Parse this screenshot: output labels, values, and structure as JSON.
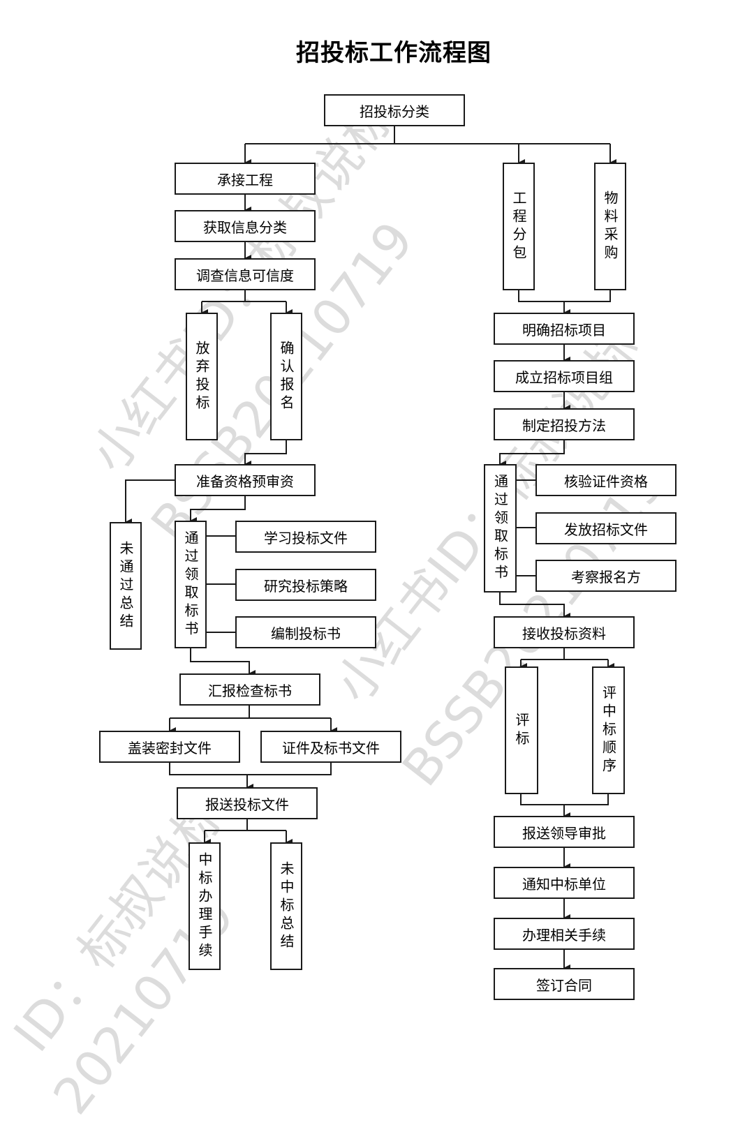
{
  "title": "招投标工作流程图",
  "watermarks": [
    "小红书ID：标叔说标",
    "BSSB20210719",
    "小红书ID：标叔说标",
    "BSSB20210719",
    "ID：标叔说标",
    "20210719"
  ],
  "nodes": {
    "root": "招投标分类",
    "left": {
      "n1": "承接工程",
      "n2": "获取信息分类",
      "n3": "调查信息可信度",
      "abandon": "放弃投标",
      "confirm": "确认报名",
      "prequal": "准备资格预审资",
      "fail_summary": "未通过总结",
      "pass_get": "通过领取标书",
      "study": "学习投标文件",
      "research": "研究投标策略",
      "compile": "编制投标书",
      "report_check": "汇报检查标书",
      "seal": "盖装密封文件",
      "certs": "证件及标书文件",
      "submit": "报送投标文件",
      "win": "中标办理手续",
      "lose": "未中标总结"
    },
    "right": {
      "subcontract": "工程分包",
      "procure": "物料采购",
      "define": "明确招标项目",
      "team": "成立招标项目组",
      "method": "制定招投方法",
      "pass_get": "通过领取标书",
      "verify": "核验证件资格",
      "issue": "发放招标文件",
      "inspect": "考察报名方",
      "receive": "接收投标资料",
      "evaluate": "评标",
      "rank": "评中标顺序",
      "approve": "报送领导审批",
      "notify": "通知中标单位",
      "procedures": "办理相关手续",
      "contract": "签订合同"
    }
  },
  "colors": {
    "line": "#1a1a1a",
    "watermark": "#d9d9d9",
    "background": "#ffffff"
  }
}
